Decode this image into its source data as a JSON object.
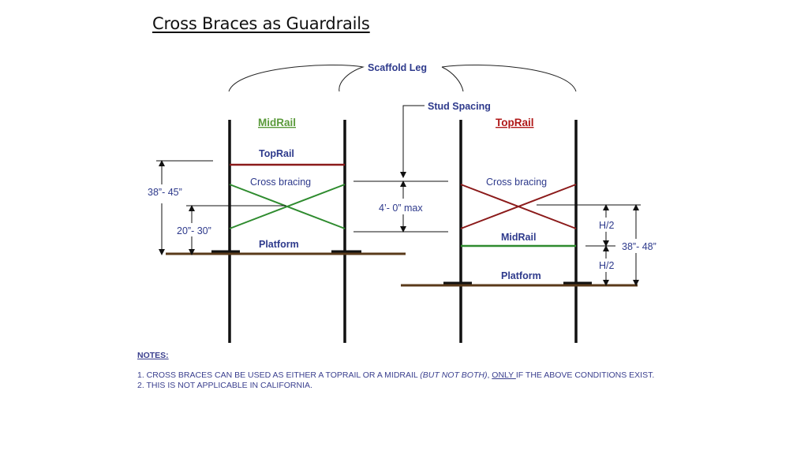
{
  "title": "Cross Braces as Guardrails",
  "labels": {
    "scaffold_leg": "Scaffold Leg",
    "stud_spacing": "Stud Spacing",
    "left_heading": "MidRail",
    "right_heading": "TopRail",
    "left_toprail": "TopRail",
    "left_cross": "Cross bracing",
    "left_platform": "Platform",
    "right_cross": "Cross bracing",
    "right_midrail": "MidRail",
    "right_platform": "Platform",
    "dim_left_outer": "38”- 45”",
    "dim_left_inner": "20”- 30”",
    "dim_center": "4’- 0” max",
    "dim_right_h2_top": "H/2",
    "dim_right_h2_bottom": "H/2",
    "dim_right_outer": "38”- 48”"
  },
  "colors": {
    "midrail_heading": "#5a9a3a",
    "toprail_heading": "#b01818",
    "red_rail": "#8b1a1a",
    "green_rail": "#2e8b2e",
    "text": "#2e3a8c"
  },
  "notes": {
    "heading": "NOTES:",
    "note1_prefix": "1.  CROSS BRACES CAN BE USED AS EITHER A TOPRAIL OR A MIDRAIL ",
    "note1_italic": "(BUT NOT BOTH)",
    "note1_mid": ", ",
    "note1_underline": "ONLY ",
    "note1_suffix": "IF THE  ABOVE CONDITIONS EXIST.",
    "note2": "2.  THIS IS NOT APPLICABLE IN CALIFORNIA."
  }
}
